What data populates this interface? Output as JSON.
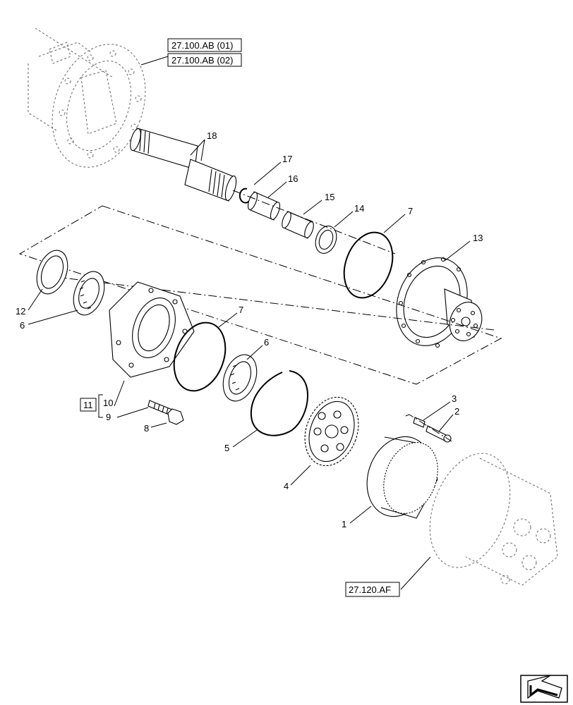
{
  "references": {
    "axle_housing_1": "27.100.AB (01)",
    "axle_housing_2": "27.100.AB (02)",
    "planetary_housing": "27.120.AF"
  },
  "kit_label": "11",
  "callouts": {
    "c1": "1",
    "c2": "2",
    "c3": "3",
    "c4": "4",
    "c5": "5",
    "c6a": "6",
    "c6b": "6",
    "c7a": "7",
    "c7b": "7",
    "c8": "8",
    "c9": "9",
    "c10": "10",
    "c12": "12",
    "c13": "13",
    "c14": "14",
    "c15": "15",
    "c16": "16",
    "c17": "17",
    "c18": "18"
  },
  "nav_icon": "arrow-next-icon"
}
